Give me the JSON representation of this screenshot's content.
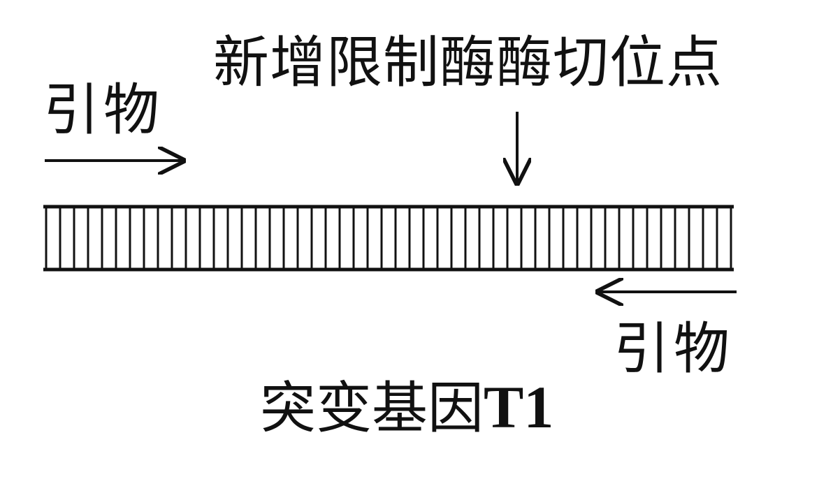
{
  "labels": {
    "cleavage_site": "新增限制酶酶切位点",
    "primer_left": "引物",
    "primer_right": "引物",
    "gene_name": "突变基因",
    "gene_id": "T1"
  },
  "dna": {
    "base_pair_count": 50
  },
  "colors": {
    "ink": "#111111",
    "background": "#ffffff"
  }
}
